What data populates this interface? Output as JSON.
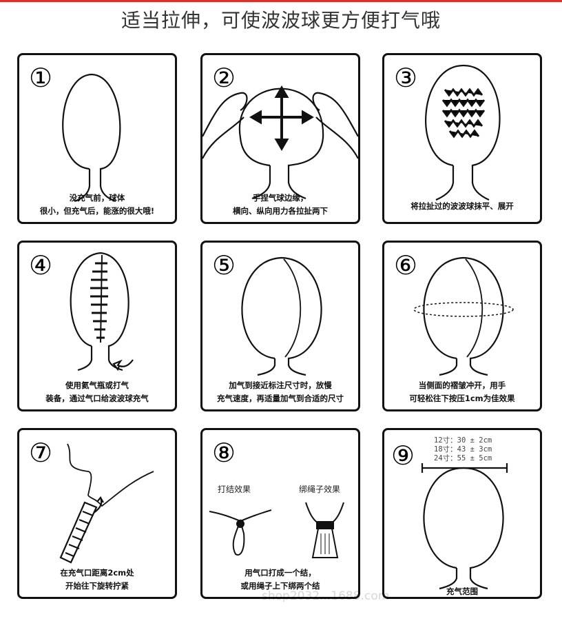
{
  "title": "适当拉伸，可使波波球更方便打气哦",
  "colors": {
    "accent": "#d8322a",
    "ink": "#111111"
  },
  "steps": [
    {
      "number": "①",
      "lines": [
        "没充气前，球体",
        "很小，但充气后，能涨的很大哦!"
      ]
    },
    {
      "number": "②",
      "lines": [
        "手捏气球边缘，",
        "横向、纵向用力各拉扯两下"
      ]
    },
    {
      "number": "③",
      "lines": [
        "将拉扯过的波波球抹平、展开"
      ]
    },
    {
      "number": "④",
      "lines": [
        "使用氦气瓶或打气",
        "装备，通过气口给波波球充气"
      ]
    },
    {
      "number": "⑤",
      "lines": [
        "加气到接近标注尺寸时，放慢",
        "充气速度，再适量加气到合适的尺寸"
      ]
    },
    {
      "number": "⑥",
      "lines": [
        "当侧面的褶皱冲开，用手",
        "可轻松往下按压1cm为佳效果"
      ]
    },
    {
      "number": "⑦",
      "lines": [
        "在充气口距离2cm处",
        "开始往下旋转拧紧"
      ]
    },
    {
      "number": "⑧",
      "lines": [
        "用气口打成一个结，",
        "或用绳子上下绑两个结"
      ],
      "labels": [
        "打结效果",
        "绑绳子效果"
      ]
    },
    {
      "number": "⑨",
      "lines": [
        "充气范围"
      ],
      "sizes": [
        "12寸：30 ± 2cm",
        "18寸：43 ± 3cm",
        "24寸：55 ± 5cm"
      ]
    }
  ],
  "watermark": "shop2032...1688.com"
}
